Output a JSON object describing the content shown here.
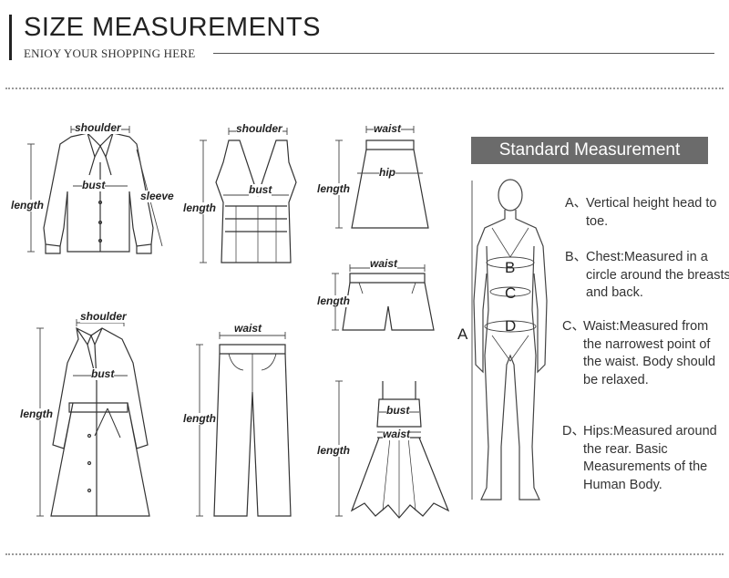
{
  "header": {
    "title": "SIZE MEASUREMENTS",
    "subtitle": "ENIOY YOUR SHOPPING HERE"
  },
  "garments": {
    "blouse": {
      "icon": "blouse-icon",
      "shoulder": "shoulder",
      "bust": "bust",
      "sleeve": "sleeve",
      "length": "length"
    },
    "tank_top": {
      "icon": "tank-top-icon",
      "shoulder": "shoulder",
      "bust": "bust",
      "length": "length"
    },
    "skirt": {
      "icon": "skirt-icon",
      "waist": "waist",
      "hip": "hip",
      "length": "length"
    },
    "shorts": {
      "icon": "shorts-icon",
      "waist": "waist",
      "length": "length"
    },
    "coat": {
      "icon": "coat-icon",
      "shoulder": "shoulder",
      "bust": "bust",
      "length": "length"
    },
    "pants": {
      "icon": "pants-icon",
      "waist": "waist",
      "length": "length"
    },
    "dress": {
      "icon": "dress-icon",
      "bust": "bust",
      "waist": "waist",
      "length": "length"
    }
  },
  "standard": {
    "heading": "Standard Measurement",
    "figure_icon": "body-figure-icon",
    "figure_labels": {
      "a": "A",
      "b": "B",
      "c": "C",
      "d": "D"
    },
    "items": [
      {
        "key": "A、",
        "text": "Vertical height head to toe."
      },
      {
        "key": "B、",
        "text": "Chest:Measured in a circle around the breasts and back."
      },
      {
        "key": "C、",
        "text": "Waist:Measured from the narrowest point of the waist. Body should be relaxed."
      },
      {
        "key": "D、",
        "text": "Hips:Measured around the rear. Basic Measurements of the Human Body."
      }
    ]
  }
}
